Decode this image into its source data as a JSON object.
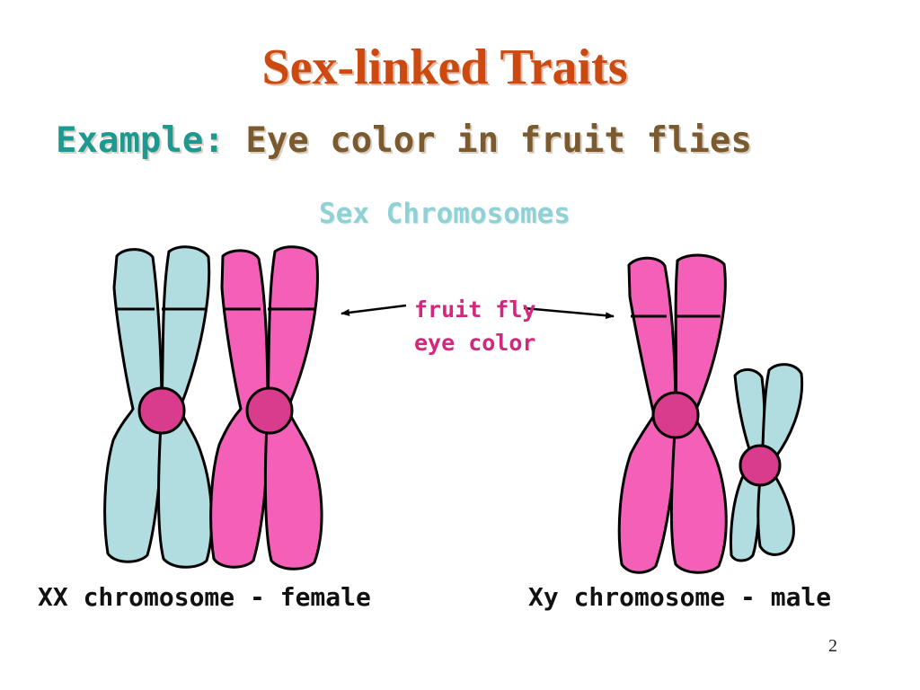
{
  "slide": {
    "title": "Sex-linked Traits",
    "subtitle_label": "Example:",
    "subtitle_text": "Eye color in fruit flies",
    "heading": "Sex Chromosomes",
    "callout_line1": "fruit fly",
    "callout_line2": "eye color",
    "caption_female": "XX chromosome - female",
    "caption_male": "Xy chromosome - male",
    "page_number": "2"
  },
  "colors": {
    "title": "#cc4a10",
    "example_label": "#1e9991",
    "example_text": "#7a5a2e",
    "heading": "#90d1d6",
    "callout": "#d3277d",
    "chromosome_blue": "#b2dde0",
    "chromosome_pink": "#f45fb8",
    "centromere": "#d93c8c",
    "outline": "#000000"
  }
}
